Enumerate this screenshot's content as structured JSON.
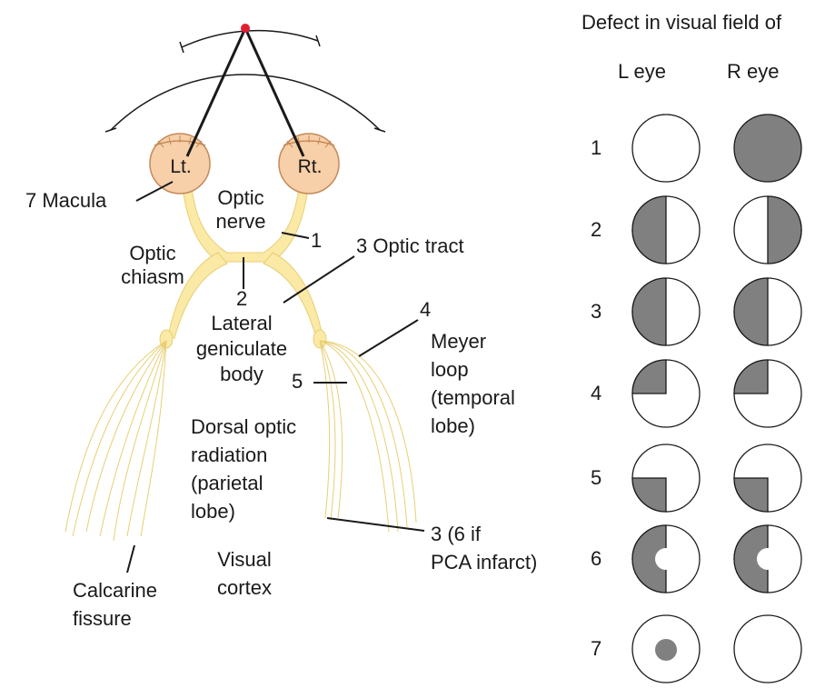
{
  "labels": {
    "macula": "7  Macula",
    "optic_nerve_line1": "Optic",
    "optic_nerve_line2": "nerve",
    "num_1": "1",
    "optic_chiasm_line1": "Optic",
    "optic_chiasm_line2": "chiasm",
    "num_2": "2",
    "optic_tract": "3  Optic tract",
    "lgb_line1": "Lateral",
    "lgb_line2": "geniculate",
    "lgb_line3": "body",
    "num_5": "5",
    "num_4": "4",
    "meyer_line1": "Meyer",
    "meyer_line2": "loop",
    "meyer_line3": "(temporal",
    "meyer_line4": "lobe)",
    "dorsal_line1": "Dorsal optic",
    "dorsal_line2": "radiation",
    "dorsal_line3": "(parietal",
    "dorsal_line4": "lobe)",
    "lesion3_line1": "3 (6 if",
    "lesion3_line2": "PCA infarct)",
    "visual_cortex_line1": "Visual",
    "visual_cortex_line2": "cortex",
    "calcarine_line1": "Calcarine",
    "calcarine_line2": "fissure",
    "left_eye": "Lt.",
    "right_eye": "Rt."
  },
  "table": {
    "title": "Defect in visual field of",
    "col_left": "L eye",
    "col_right": "R eye",
    "rows": [
      {
        "num": "1",
        "left": "none",
        "right": "full"
      },
      {
        "num": "2",
        "left": "left-half",
        "right": "right-half"
      },
      {
        "num": "3",
        "left": "left-half",
        "right": "left-half"
      },
      {
        "num": "4",
        "left": "upper-left-quadrant",
        "right": "upper-left-quadrant"
      },
      {
        "num": "5",
        "left": "lower-left-quadrant",
        "right": "lower-left-quadrant"
      },
      {
        "num": "6",
        "left": "left-half-macular-sparing",
        "right": "left-half-macular-sparing"
      },
      {
        "num": "7",
        "left": "central-scotoma",
        "right": "none"
      }
    ]
  },
  "colors": {
    "defect": "#808080",
    "eye_fill": "#f7cfa8",
    "pathway": "#fbe9a6",
    "pathway_stroke": "#e8cf73",
    "fixation": "#e02030",
    "line": "#1a1a1a"
  }
}
